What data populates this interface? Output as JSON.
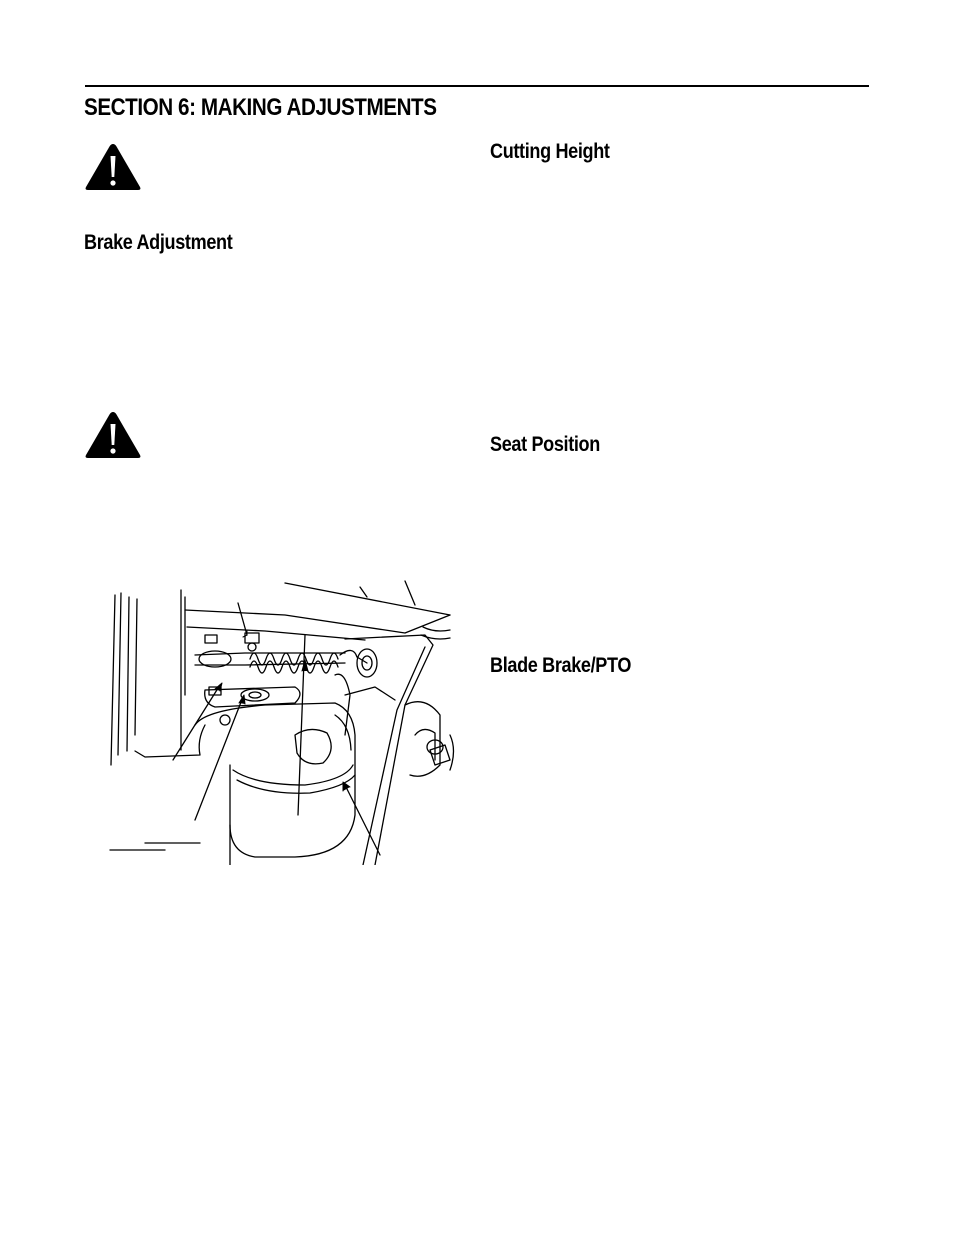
{
  "page": {
    "section_title": "SECTION 6:  MAKING ADJUSTMENTS",
    "headings": {
      "brake_adjustment": "Brake Adjustment",
      "cutting_height": "Cutting Height",
      "seat_position": "Seat Position",
      "blade_brake_pto": "Blade Brake/PTO"
    },
    "icons": {
      "warning_1": "warning-triangle-icon",
      "warning_2": "warning-triangle-icon"
    },
    "figure": {
      "description_icon": "brake-assembly-illustration"
    }
  }
}
